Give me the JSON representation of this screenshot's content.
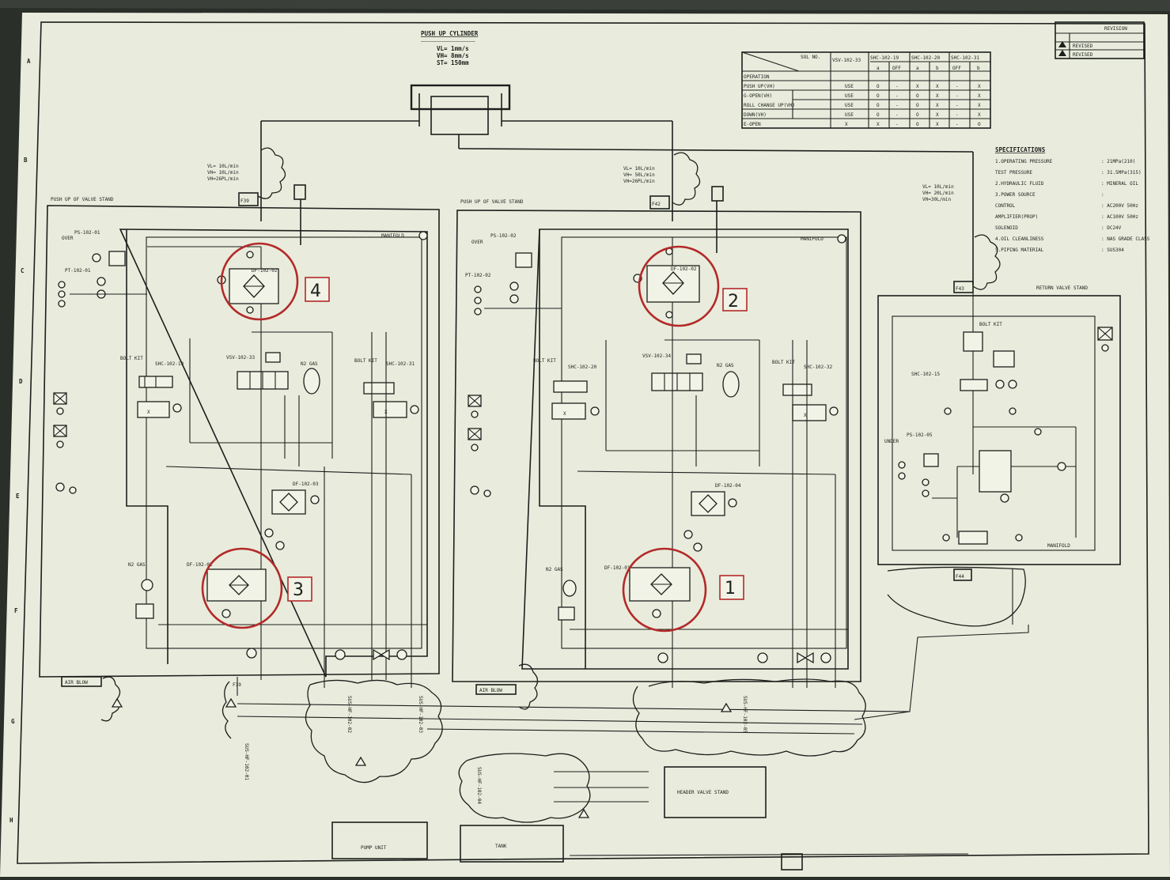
{
  "title_block": {
    "title": "PUSH UP CYLINDER",
    "lines": [
      "VL= 1mm/s",
      "VH= 8mm/s",
      "ST= 150mm"
    ]
  },
  "revision": {
    "label": "REVISION",
    "rows": [
      "REVISED",
      "REVISED"
    ]
  },
  "callouts": [
    "1",
    "2",
    "3",
    "4"
  ],
  "blocks": {
    "valve_stand_left": "PUSH UP OF VALVE STAND",
    "valve_stand_mid": "PUSH UP OF VALVE STAND",
    "return_valve_stand": "RETURN VALVE STAND",
    "manifold": "MANIFOLD",
    "header_valve_stand": "HEADER VALVE STAND",
    "pump_unit": "PUMP UNIT",
    "tank": "TANK",
    "air_blow": "AIR BLOW"
  },
  "labels": {
    "bolt_kit": "BOLT KIT",
    "over": "OVER",
    "under": "UNDER",
    "ps_left": "PS-102-01",
    "ps_mid": "PS-102-02",
    "ps_right": "PS-102-05",
    "df_left": "DF-102-03",
    "df_mid": "DF-102-04",
    "df1": "DF-102-01",
    "df2": "DF-102-02",
    "pt_left": "PT-102-01",
    "pt_mid": "PT-102-02",
    "sol_left": "SHC-102-19",
    "sol_mid": "SHC-102-20",
    "sol_right": "SHC-102-15",
    "sol_r2": "SHC-102-31",
    "sol_r3": "SHC-102-32",
    "vsv_left": "VSV-102-33",
    "vsv_mid": "VSV-102-34",
    "accum": "N2 GAS",
    "speed_left": [
      "VL= 10L/min",
      "VH= 10L/min",
      "VH=26PL/min"
    ],
    "speed_mid": [
      "VL= 10L/min",
      "VH= 50L/min",
      "VH=26PL/min"
    ],
    "speed_right": [
      "VL= 10L/min",
      "VH= 20L/min",
      "VH=30L/min"
    ],
    "f_tags": [
      "F39",
      "F42",
      "F43",
      "F44"
    ],
    "pipe_tags": [
      "SUS-HF-102-01",
      "SUS-HF-102-02",
      "SUS-HF-102-03",
      "SUS-HF-102-04",
      "SUS-HF-102-05"
    ]
  },
  "sol_table": {
    "header": "SOL NO.",
    "cols": [
      "VSV-102-33",
      "SHC-102-19",
      "SHC-102-20",
      "SHC-102-31"
    ],
    "sub": [
      "a",
      "OFF",
      "a",
      "b",
      "OFF",
      "b"
    ],
    "rows": [
      {
        "name": "OPERATION",
        "use": "",
        "cells": [
          "",
          "",
          "",
          "",
          "",
          ""
        ]
      },
      {
        "name": "PUSH UP(VH)",
        "use": "USE",
        "cells": [
          "O",
          "-",
          "X",
          "X",
          "-",
          "X"
        ]
      },
      {
        "name": "G-OPEN(VH)",
        "use": "USE",
        "cells": [
          "O",
          "-",
          "O",
          "X",
          "-",
          "X"
        ]
      },
      {
        "name": "ROLL CHANGE UP(VH)",
        "use": "USE",
        "cells": [
          "O",
          "-",
          "O",
          "X",
          "-",
          "X"
        ]
      },
      {
        "name": "DOWN(VH)",
        "use": "USE",
        "cells": [
          "O",
          "-",
          "O",
          "X",
          "-",
          "X"
        ]
      },
      {
        "name": "E-OPEN",
        "use": "X",
        "cells": [
          "X",
          "-",
          "O",
          "X",
          "-",
          "O"
        ]
      }
    ]
  },
  "specifications": {
    "title": "SPECIFICATIONS",
    "items": [
      {
        "k": "1.OPERATING PRESSURE",
        "v": ": 21MPa(210)"
      },
      {
        "k": "TEST PRESSURE",
        "v": ": 31.5MPa(315)"
      },
      {
        "k": "2.HYDRAULIC FLUID",
        "v": ": MINERAL OIL"
      },
      {
        "k": "3.POWER SOURCE",
        "v": ":"
      },
      {
        "k": "CONTROL",
        "v": ": AC200V 50Hz"
      },
      {
        "k": "AMPLIFIER(PROP)",
        "v": ": AC100V 50Hz"
      },
      {
        "k": "SOLENOID",
        "v": ": DC24V"
      },
      {
        "k": "4.OIL CLEANLINESS",
        "v": ": NAS GRADE CLASS"
      },
      {
        "k": "5.PIPING MATERIAL",
        "v": ": SUS304"
      }
    ]
  }
}
